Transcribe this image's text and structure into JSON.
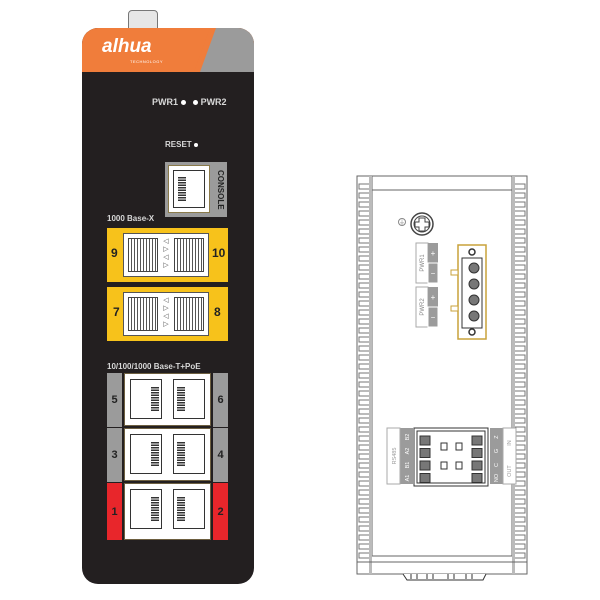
{
  "front_panel": {
    "logo": {
      "brand": "alhua",
      "tagline": "TECHNOLOGY"
    },
    "leds": {
      "pwr1": "PWR1",
      "pwr2": "PWR2"
    },
    "reset_label": "RESET",
    "console_label": "CONSOLE",
    "sfp_section_label": "1000 Base-X",
    "sfp_ports": [
      {
        "left": "9",
        "right": "10"
      },
      {
        "left": "7",
        "right": "8"
      }
    ],
    "rj45_section_label": "10/100/1000 Base-T+PoE",
    "rj45_ports": [
      {
        "left": "5",
        "right": "6",
        "color": "#9b9b9b"
      },
      {
        "left": "3",
        "right": "4",
        "color": "#9b9b9b"
      },
      {
        "left": "1",
        "right": "2",
        "color": "#e8262b"
      }
    ],
    "colors": {
      "body": "#231f20",
      "brand_orange": "#f07d3b",
      "sfp_yellow": "#f7c21b",
      "poe_red": "#e8262b",
      "grey": "#9b9b9b"
    }
  },
  "side_panel": {
    "power_terminal": {
      "pwr1_label": "PWR1",
      "pwr2_label": "PWR2",
      "plus": "+",
      "minus": "−"
    },
    "rs485_label": "RS485",
    "rs485_pins": [
      "A1",
      "B1",
      "A2",
      "B2"
    ],
    "alarm_pins": [
      "NO",
      "C",
      "G",
      "Z"
    ],
    "alarm_out_label": "OUT",
    "alarm_in_label": "IN"
  }
}
